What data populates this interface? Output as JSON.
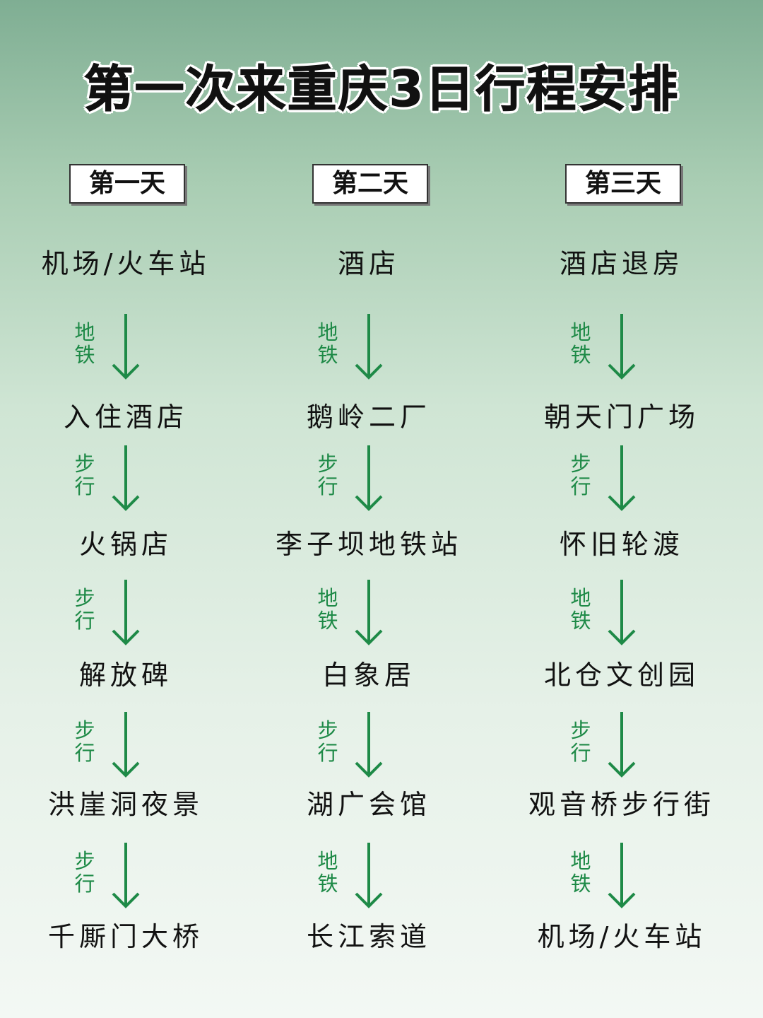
{
  "title": "第一次来重庆3日行程安排",
  "colors": {
    "arrow": "#1e8a47",
    "text": "#111111"
  },
  "days": [
    {
      "label": "第一天",
      "stops": [
        "机场/火车站",
        "入住酒店",
        "火锅店",
        "解放碑",
        "洪崖洞夜景",
        "千厮门大桥"
      ],
      "modes": [
        "地铁",
        "步行",
        "步行",
        "步行",
        "步行"
      ]
    },
    {
      "label": "第二天",
      "stops": [
        "酒店",
        "鹅岭二厂",
        "李子坝地铁站",
        "白象居",
        "湖广会馆",
        "长江索道"
      ],
      "modes": [
        "地铁",
        "步行",
        "地铁",
        "步行",
        "地铁"
      ]
    },
    {
      "label": "第三天",
      "stops": [
        "酒店退房",
        "朝天门广场",
        "怀旧轮渡",
        "北仓文创园",
        "观音桥步行街",
        "机场/火车站"
      ],
      "modes": [
        "地铁",
        "步行",
        "地铁",
        "步行",
        "地铁"
      ]
    }
  ]
}
